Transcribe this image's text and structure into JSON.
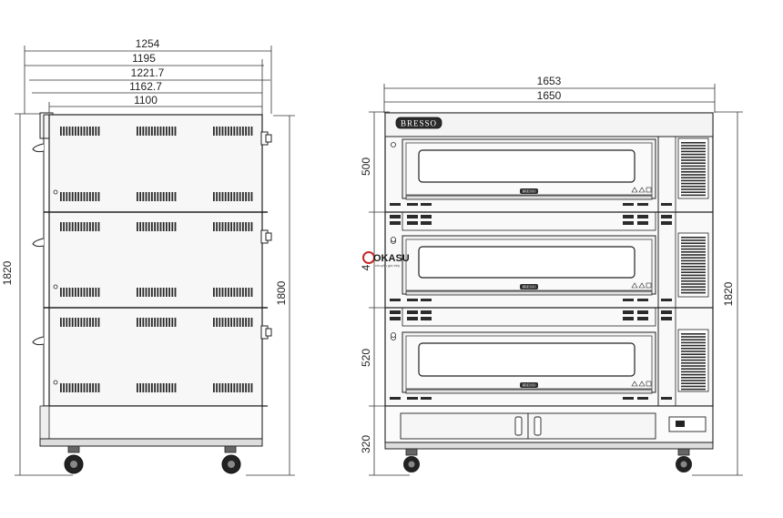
{
  "side_view": {
    "width_dims": [
      "1254",
      "1195",
      "1221.7",
      "1162.7",
      "1100"
    ],
    "total_height": "1820",
    "body_height": "1800"
  },
  "front_view": {
    "width_dims": [
      "1653",
      "1650"
    ],
    "deck_heights": [
      "500",
      "4",
      "520"
    ],
    "stand_height": "320",
    "total_height": "1820",
    "brand": "BRESSO",
    "deck_badge": "BRESSO"
  },
  "watermark": {
    "text": "OKASU",
    "sub": "chuyên gia bếp"
  },
  "colors": {
    "line": "#1a1a1a",
    "fill_light": "#f2f2f2",
    "fill_mid": "#e2e2e2",
    "fill_dark": "#2b2b2b"
  }
}
